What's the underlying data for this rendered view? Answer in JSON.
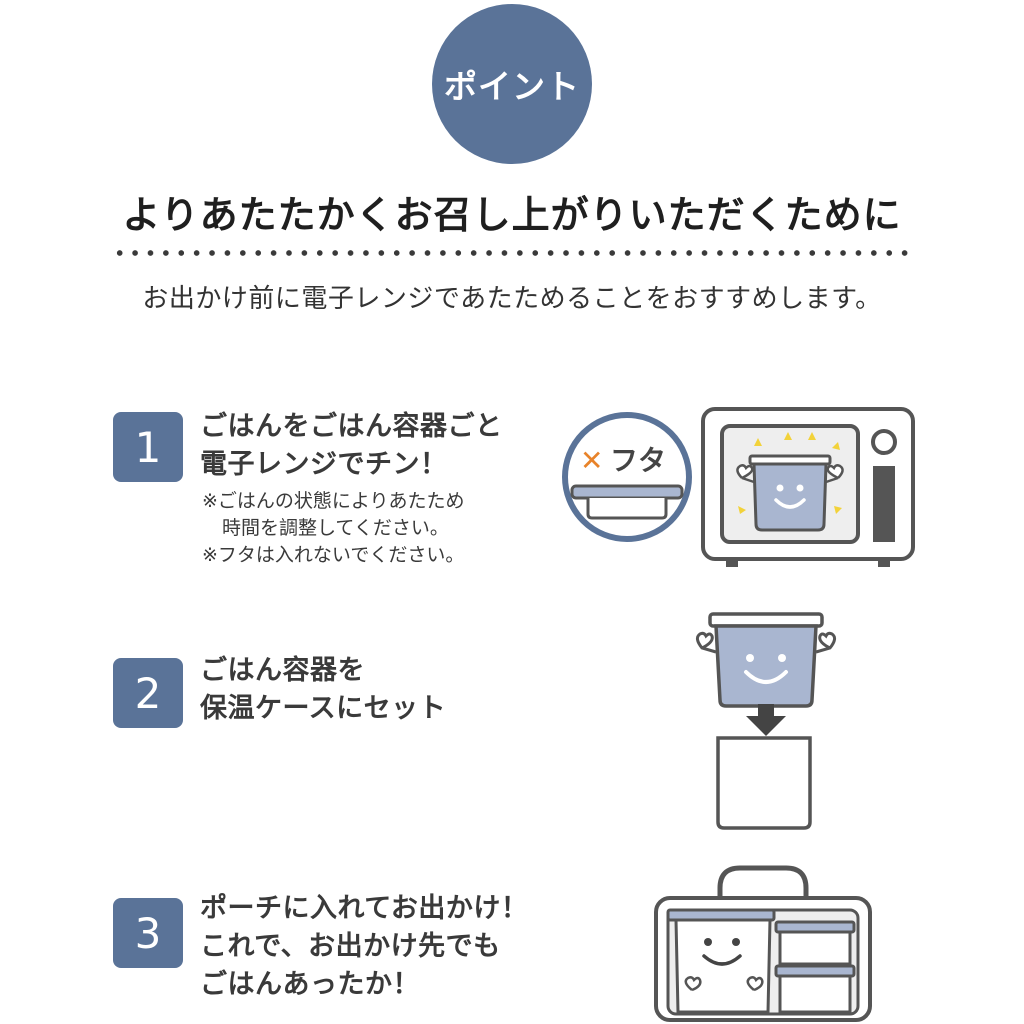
{
  "badge": {
    "label": "ポイント"
  },
  "headline": "よりあたたかくお召し上がりいただくために",
  "subline": "お出かけ前に電子レンジであたためることをおすすめします。",
  "steps": [
    {
      "number": "1",
      "lines": [
        "ごはんをごはん容器ごと",
        "電子レンジでチン！"
      ],
      "notes": [
        "※ごはんの状態によりあたため",
        "時間を調整してください。",
        "※フタは入れないでください。"
      ],
      "lid_label": "フタ",
      "lid_mark": "✕"
    },
    {
      "number": "2",
      "lines": [
        "ごはん容器を",
        "保温ケースにセット"
      ]
    },
    {
      "number": "3",
      "lines": [
        "ポーチに入れてお出かけ！",
        "これで、お出かけ先でも",
        "ごはんあったか！"
      ]
    }
  ],
  "colors": {
    "accent": "#5a7398",
    "container_fill": "#a9b6d0",
    "outline": "#555555",
    "sparkle": "#f2d23a",
    "cross": "#e8832a"
  },
  "icons": [
    "microwave-icon",
    "rice-container-icon",
    "lid-icon",
    "arrow-down-icon",
    "insulated-case-icon",
    "lunch-bag-icon"
  ]
}
